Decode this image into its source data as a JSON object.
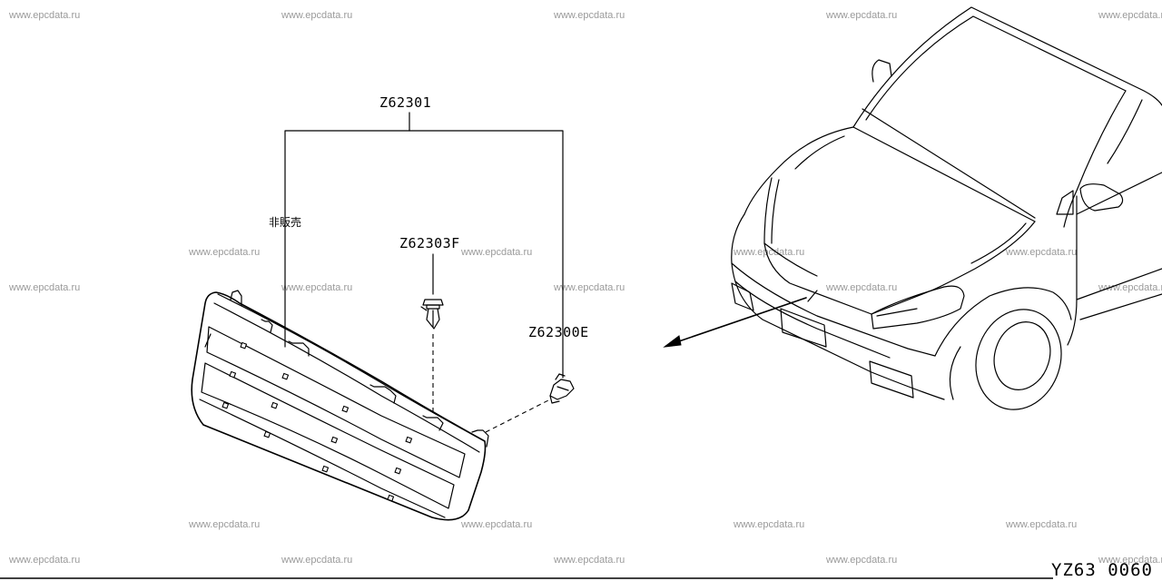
{
  "watermark": "www.epcdata.ru",
  "callouts": {
    "assembly": "Z62301",
    "clip_upper": "Z62303F",
    "clip_side": "Z62300E",
    "not_for_sale": "非販売"
  },
  "diagram_code": "YZ63 0060"
}
